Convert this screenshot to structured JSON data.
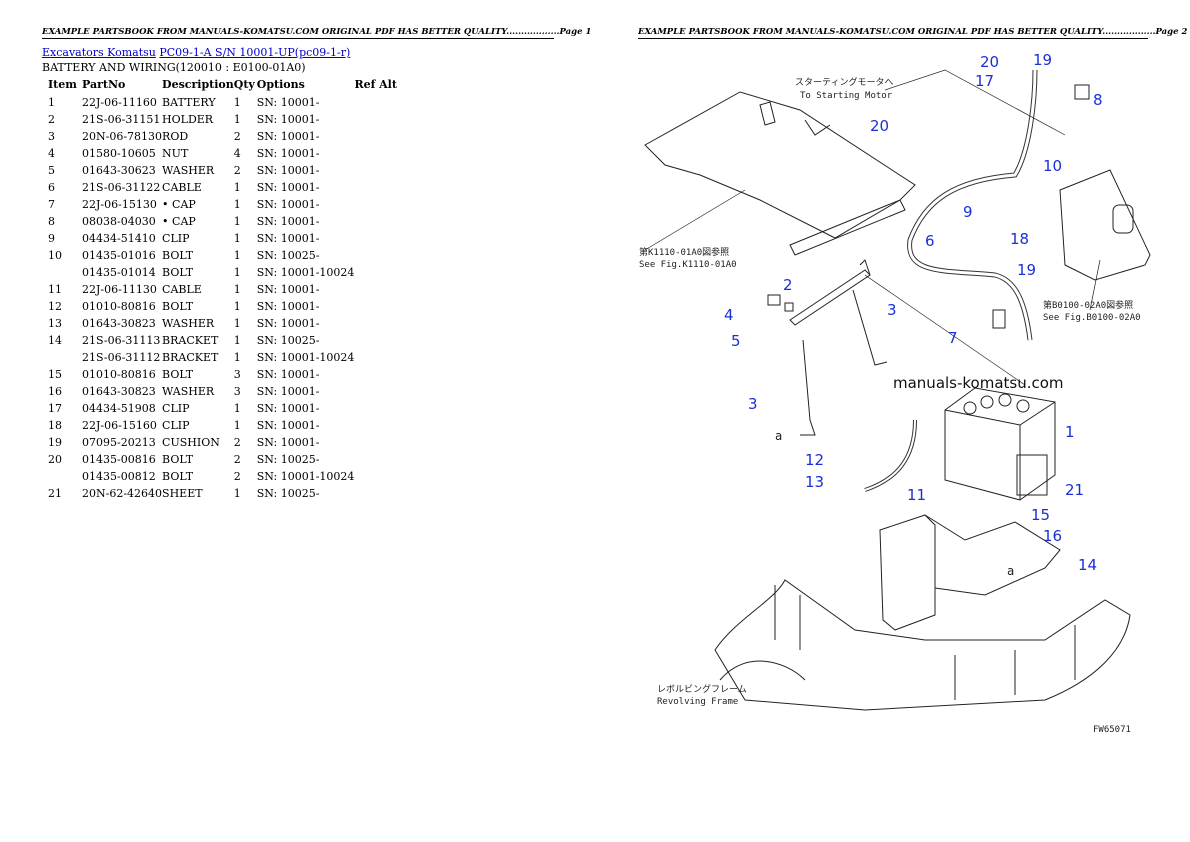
{
  "header_left": "EXAMPLE PARTSBOOK FROM MANUALS-KOMATSU.COM ORIGINAL PDF HAS BETTER QUALITY..................Page 1",
  "header_right": "EXAMPLE PARTSBOOK FROM MANUALS-KOMATSU.COM ORIGINAL PDF HAS BETTER QUALITY..................Page 2",
  "breadcrumb": {
    "link1": "Excavators Komatsu",
    "link2": "PC09-1-A S/N 10001-UP(pc09-1-r)"
  },
  "section_title": "BATTERY AND WIRING(120010 : E0100-01A0)",
  "table": {
    "headers": [
      "Item",
      "PartNo",
      "Description",
      "Qty",
      "Options",
      "Ref Alt"
    ],
    "rows": [
      [
        "1",
        "22J-06-11160",
        "BATTERY",
        "1",
        "SN: 10001-",
        ""
      ],
      [
        "2",
        "21S-06-31151",
        "HOLDER",
        "1",
        "SN: 10001-",
        ""
      ],
      [
        "3",
        "20N-06-78130",
        "ROD",
        "2",
        "SN: 10001-",
        ""
      ],
      [
        "4",
        "01580-10605",
        "NUT",
        "4",
        "SN: 10001-",
        ""
      ],
      [
        "5",
        "01643-30623",
        "WASHER",
        "2",
        "SN: 10001-",
        ""
      ],
      [
        "6",
        "21S-06-31122",
        "CABLE",
        "1",
        "SN: 10001-",
        ""
      ],
      [
        "7",
        "22J-06-15130",
        "• CAP",
        "1",
        "SN: 10001-",
        ""
      ],
      [
        "8",
        "08038-04030",
        "• CAP",
        "1",
        "SN: 10001-",
        ""
      ],
      [
        "9",
        "04434-51410",
        "CLIP",
        "1",
        "SN: 10001-",
        ""
      ],
      [
        "10",
        "01435-01016",
        "BOLT",
        "1",
        "SN: 10025-",
        ""
      ],
      [
        "",
        "01435-01014",
        "BOLT",
        "1",
        "SN: 10001-10024",
        ""
      ],
      [
        "11",
        "22J-06-11130",
        "CABLE",
        "1",
        "SN: 10001-",
        ""
      ],
      [
        "12",
        "01010-80816",
        "BOLT",
        "1",
        "SN: 10001-",
        ""
      ],
      [
        "13",
        "01643-30823",
        "WASHER",
        "1",
        "SN: 10001-",
        ""
      ],
      [
        "14",
        "21S-06-31113",
        "BRACKET",
        "1",
        "SN: 10025-",
        ""
      ],
      [
        "",
        "21S-06-31112",
        "BRACKET",
        "1",
        "SN: 10001-10024",
        ""
      ],
      [
        "15",
        "01010-80816",
        "BOLT",
        "3",
        "SN: 10001-",
        ""
      ],
      [
        "16",
        "01643-30823",
        "WASHER",
        "3",
        "SN: 10001-",
        ""
      ],
      [
        "17",
        "04434-51908",
        "CLIP",
        "1",
        "SN: 10001-",
        ""
      ],
      [
        "18",
        "22J-06-15160",
        "CLIP",
        "1",
        "SN: 10001-",
        ""
      ],
      [
        "19",
        "07095-20213",
        "CUSHION",
        "2",
        "SN: 10001-",
        ""
      ],
      [
        "20",
        "01435-00816",
        "BOLT",
        "2",
        "SN: 10025-",
        ""
      ],
      [
        "",
        "01435-00812",
        "BOLT",
        "2",
        "SN: 10001-10024",
        ""
      ],
      [
        "21",
        "20N-62-42640",
        "SHEET",
        "1",
        "SN: 10025-",
        ""
      ]
    ]
  },
  "diagram": {
    "callouts": [
      "20",
      "19",
      "17",
      "8",
      "20",
      "10",
      "9",
      "6",
      "18",
      "19",
      "2",
      "3",
      "4",
      "5",
      "7",
      "3",
      "1",
      "12",
      "13",
      "11",
      "21",
      "15",
      "16",
      "14"
    ],
    "notes": {
      "starter_jp": "スターティングモータへ",
      "starter_en": "To Starting Motor",
      "fig1_jp": "第K1110-01A0図参照",
      "fig1_en": "See Fig.K1110-01A0",
      "fig2_jp": "第B0100-02A0図参照",
      "fig2_en": "See Fig.B0100-02A0",
      "frame_jp": "レボルビングフレーム",
      "frame_en": "Revolving Frame",
      "letter_a1": "a",
      "letter_a2": "a",
      "code": "FW65071"
    },
    "watermark": "manuals-komatsu.com"
  }
}
